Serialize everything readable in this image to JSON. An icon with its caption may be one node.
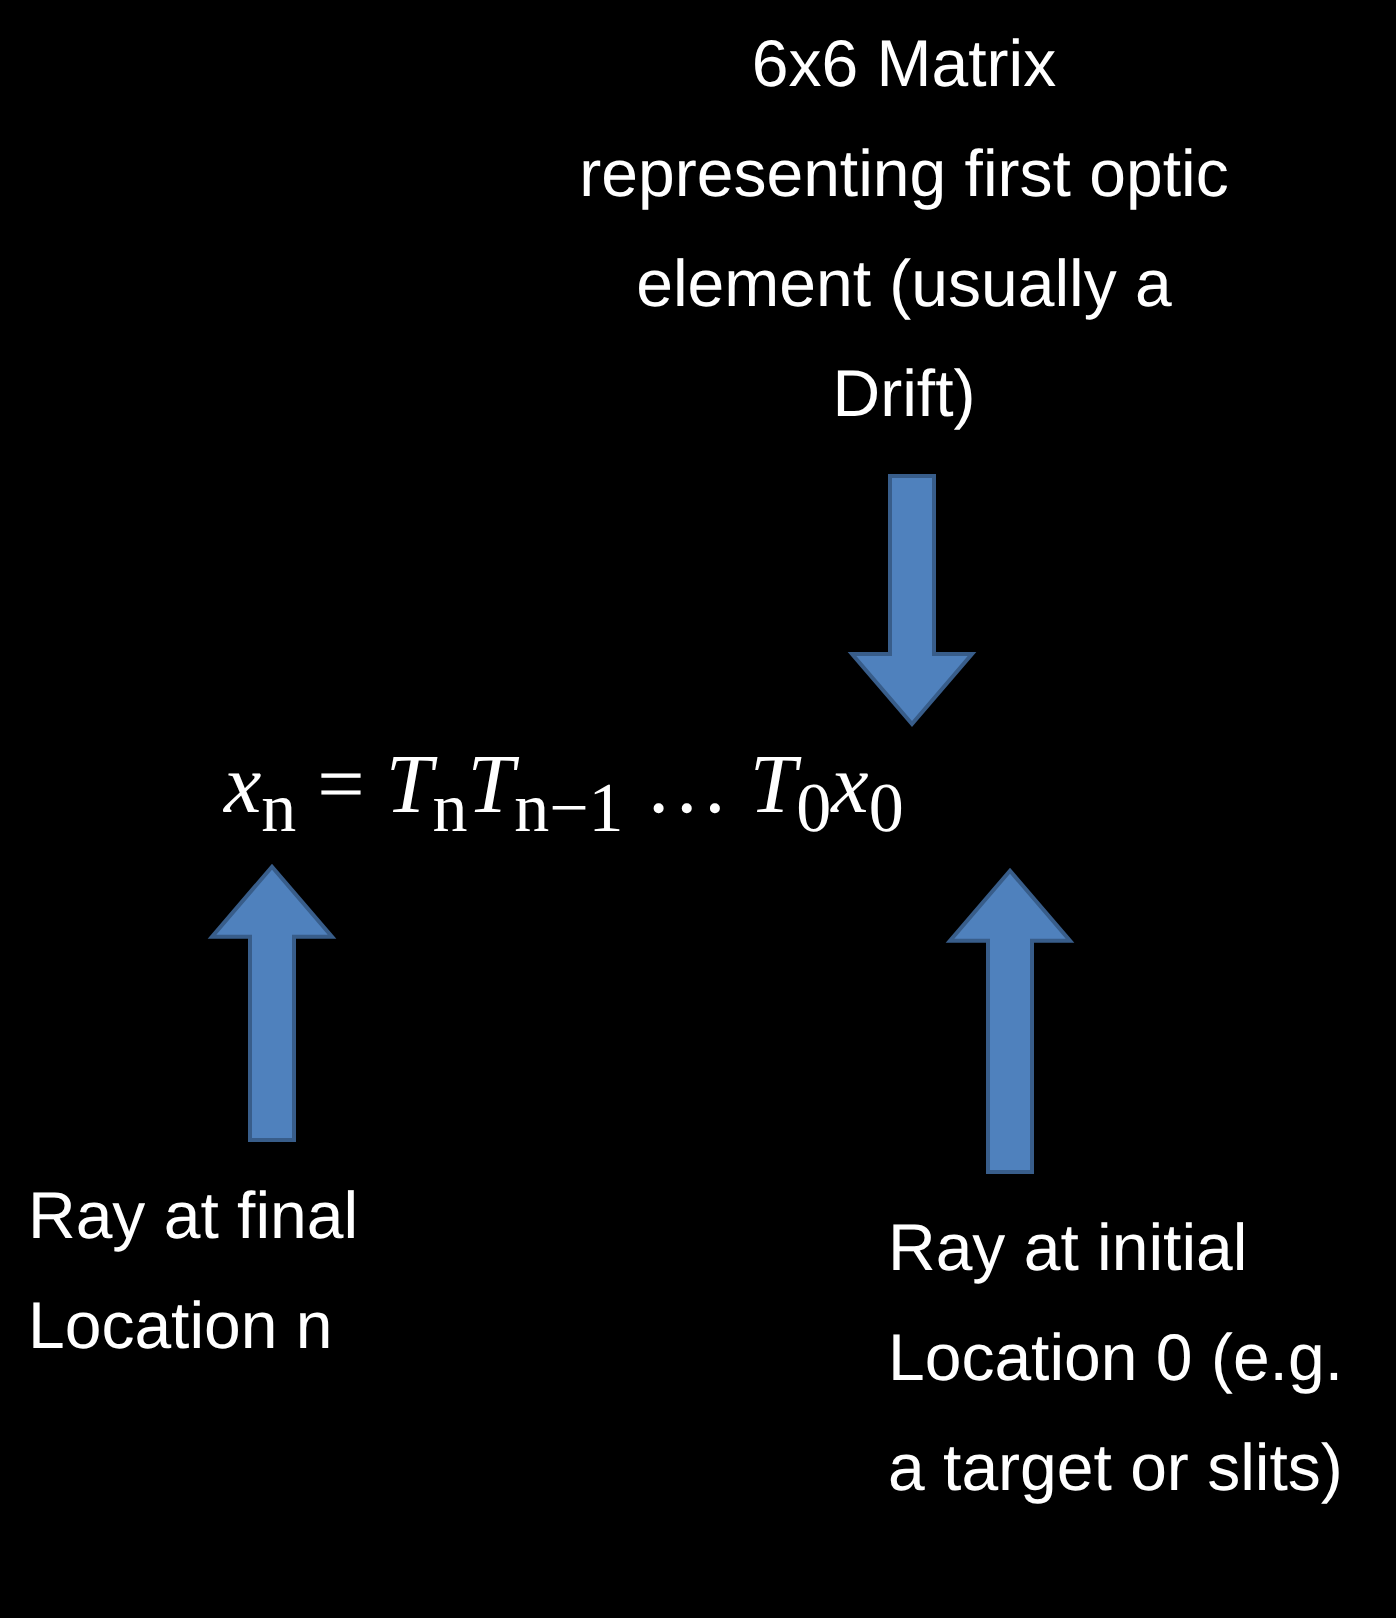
{
  "diagram": {
    "nodes": [
      {
        "text": [
          "6x6 Matrix representing first optic element (usually a Drift)"
        ]
      },
      {
        "text": [
          "*x*$_{n}$ = *T*$_{n}$*T*$_{n−1}$ … *T*$_{0}$*x*$_{0}$"
        ]
      },
      {
        "text": [
          "Ray at final Location n"
        ]
      },
      {
        "text": [
          "Ray at initial Location 0 (e.g. a target or slits)"
        ]
      }
    ],
    "edges": [
      {
        "from": 0,
        "to": 1,
        "arrow": "to"
      },
      {
        "from": 2,
        "to": 1,
        "arrow": "to"
      },
      {
        "from": 3,
        "to": 1,
        "arrow": "to"
      }
    ]
  }
}
